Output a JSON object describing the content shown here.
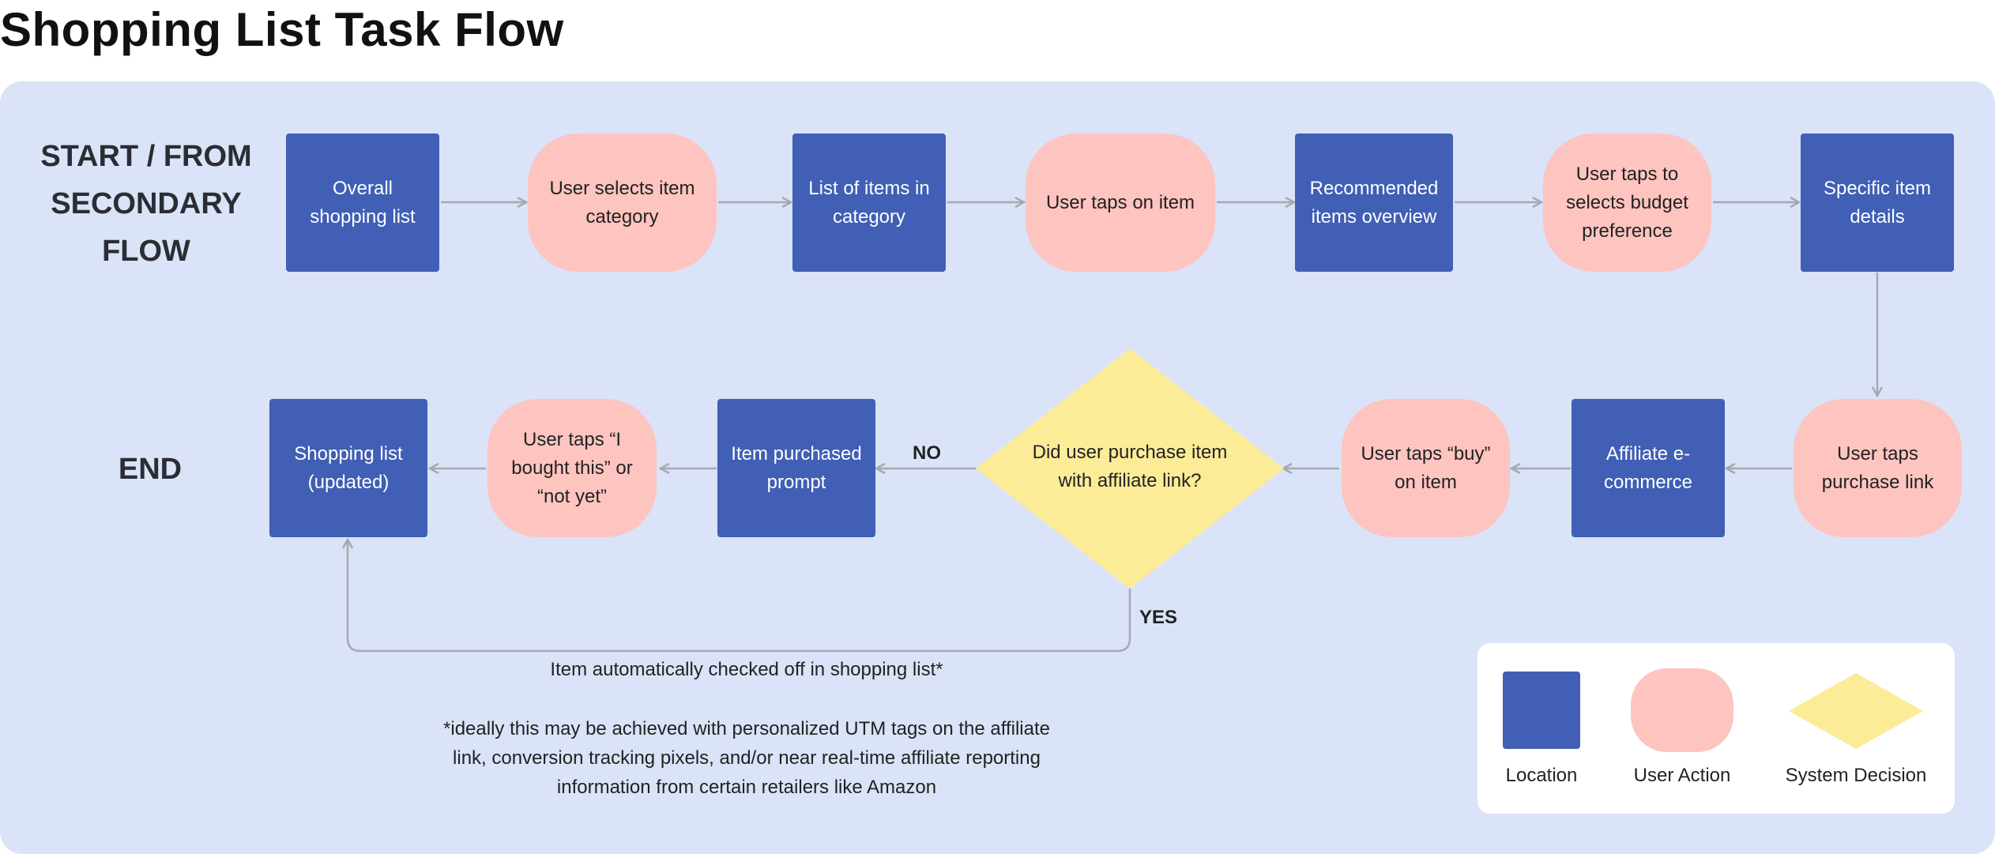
{
  "title": "Shopping List Task Flow",
  "start_label": "START / FROM SECONDARY FLOW",
  "end_label": "END",
  "nodes": {
    "overall_shopping_list": "Overall shopping list",
    "user_selects_item_category": "User selects item category",
    "list_of_items_in_category": "List of items in category",
    "user_taps_on_item": "User taps on item",
    "recommended_items_overview": "Recommended items overview",
    "user_taps_to_selects_budget": "User taps  to selects budget preference",
    "specific_item_details": "Specific item details",
    "user_taps_purchase_link": "User taps purchase link",
    "affiliate_ecommerce": "Affiliate e-commerce",
    "user_taps_buy_on_item": "User taps “buy” on item",
    "did_user_purchase": "Did user purchase item with affiliate link?",
    "item_purchased_prompt": "Item purchased prompt",
    "user_taps_bought_this": "User taps “I bought this” or “not yet”",
    "shopping_list_updated": "Shopping list (updated)"
  },
  "branches": {
    "no": "NO",
    "yes": "YES"
  },
  "auto_checkoff_note": "Item automatically checked off in shopping list*",
  "footnote": "*ideally this may be achieved with personalized UTM tags on the affiliate link, conversion tracking pixels, and/or near real-time affiliate reporting information from certain retailers like Amazon",
  "legend": {
    "location": "Location",
    "user_action": "User Action",
    "system_decision": "System Decision"
  },
  "colors": {
    "location": "#405fb5",
    "user_action": "#fdc4c0",
    "system_decision": "#fcec98",
    "panel": "#dae3f7",
    "arrow": "#a6a9b0"
  }
}
